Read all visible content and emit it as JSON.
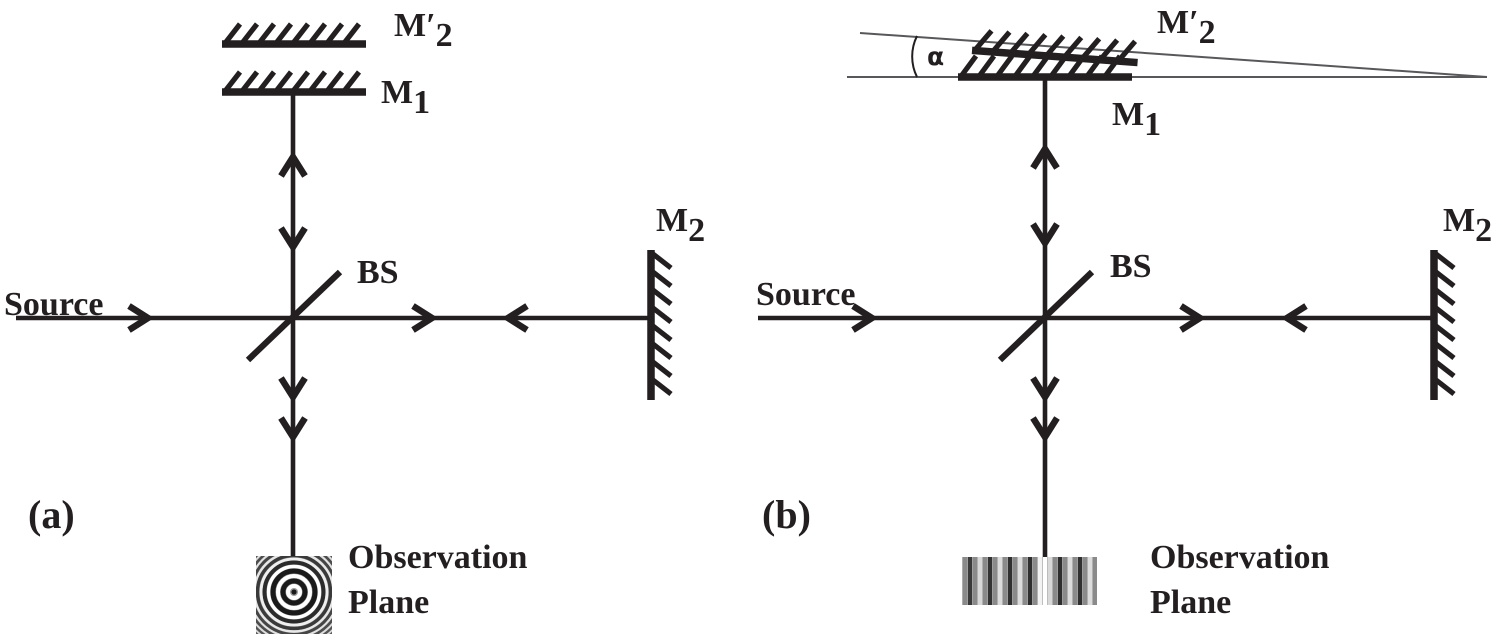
{
  "figure": {
    "title": "Michelson interferometer fringe formation",
    "colors": {
      "ink": "#231f20",
      "guide": "#58585b",
      "background": "#ffffff"
    }
  },
  "panels": [
    {
      "id": "a",
      "panel_label": "(a)",
      "condition": "mirrors parallel - circular fringes",
      "labels": {
        "source": "Source",
        "beamsplitter": "BS",
        "mirror1": "M",
        "mirror1_sub": "1",
        "mirror2": "M",
        "mirror2_sub": "2",
        "mirror2_image": "M",
        "mirror2_image_prime": "′",
        "mirror2_image_sub": "2",
        "observation_line1": "Observation",
        "observation_line2": "Plane"
      },
      "fringe_pattern": "circular"
    },
    {
      "id": "b",
      "panel_label": "(b)",
      "condition": "mirrors tilted by alpha - straight fringes",
      "labels": {
        "source": "Source",
        "beamsplitter": "BS",
        "mirror1": "M",
        "mirror1_sub": "1",
        "mirror2": "M",
        "mirror2_sub": "2",
        "mirror2_image": "M",
        "mirror2_image_prime": "′",
        "mirror2_image_sub": "2",
        "angle": "α",
        "observation_line1": "Observation",
        "observation_line2": "Plane"
      },
      "fringe_pattern": "straight"
    }
  ]
}
